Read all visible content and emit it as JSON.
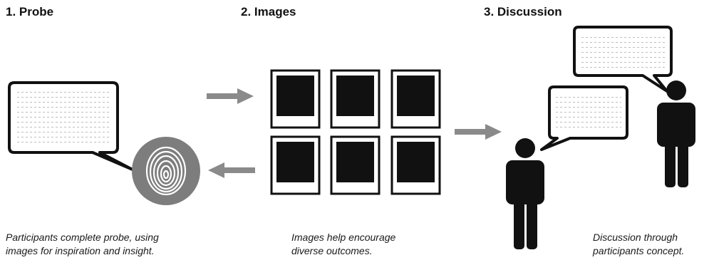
{
  "steps": [
    {
      "heading": "1. Probe",
      "caption_lines": [
        "Participants complete probe, using",
        "images for inspiration and insight."
      ]
    },
    {
      "heading": "2. Images",
      "caption_lines": [
        "Images help encourage",
        "diverse outcomes."
      ]
    },
    {
      "heading": "3. Discussion",
      "caption_lines": [
        "Discussion through",
        "participants concept."
      ]
    }
  ],
  "colors": {
    "ink": "#111111",
    "arrow": "#8a8a8a",
    "lines": "#bdbdbd",
    "circle": "#7d7d7d"
  },
  "icons": [
    "speech-bubble-icon",
    "fingerprint-icon",
    "polaroid-photo-icon",
    "person-icon",
    "arrow-right-icon",
    "arrow-left-icon"
  ]
}
